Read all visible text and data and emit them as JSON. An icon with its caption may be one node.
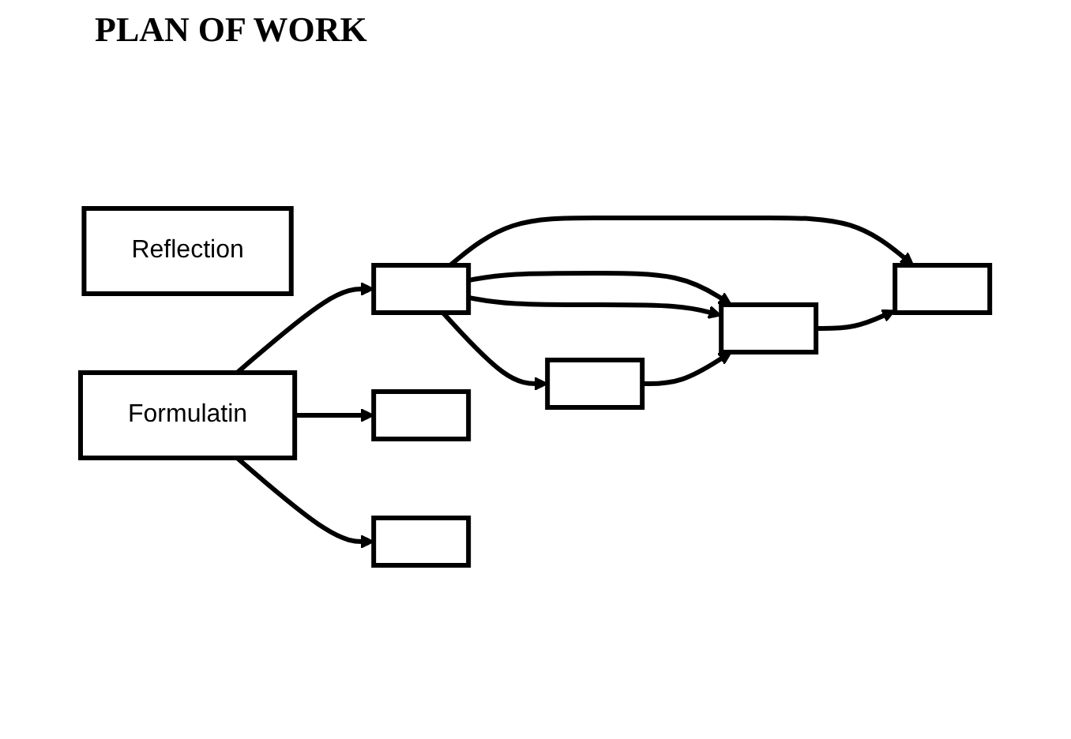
{
  "diagram": {
    "title": "PLAN OF WORK",
    "nodes": [
      {
        "text": [
          "Reflection"
        ]
      },
      {
        "text": [
          "Formulatin"
        ]
      },
      {
        "text": [],
        "shape": "box"
      },
      {
        "text": [],
        "shape": "box"
      },
      {
        "text": [],
        "shape": "box"
      },
      {
        "text": [],
        "shape": "box"
      },
      {
        "text": [],
        "shape": "box"
      },
      {
        "text": [],
        "shape": "box"
      }
    ],
    "edges": [
      {
        "from": 1,
        "to": 3,
        "arrow": "to"
      },
      {
        "from": 1,
        "to": 4,
        "arrow": "to"
      },
      {
        "from": 1,
        "to": 2,
        "arrow": "to"
      },
      {
        "from": 2,
        "to": 5,
        "arrow": "to"
      },
      {
        "from": 2,
        "to": 6,
        "arrow": "to"
      },
      {
        "from": 2,
        "to": 6,
        "arrow": "to"
      },
      {
        "from": 2,
        "to": 7,
        "arrow": "to"
      },
      {
        "from": 5,
        "to": 6,
        "arrow": "to"
      },
      {
        "from": 6,
        "to": 7,
        "arrow": "to"
      }
    ]
  }
}
